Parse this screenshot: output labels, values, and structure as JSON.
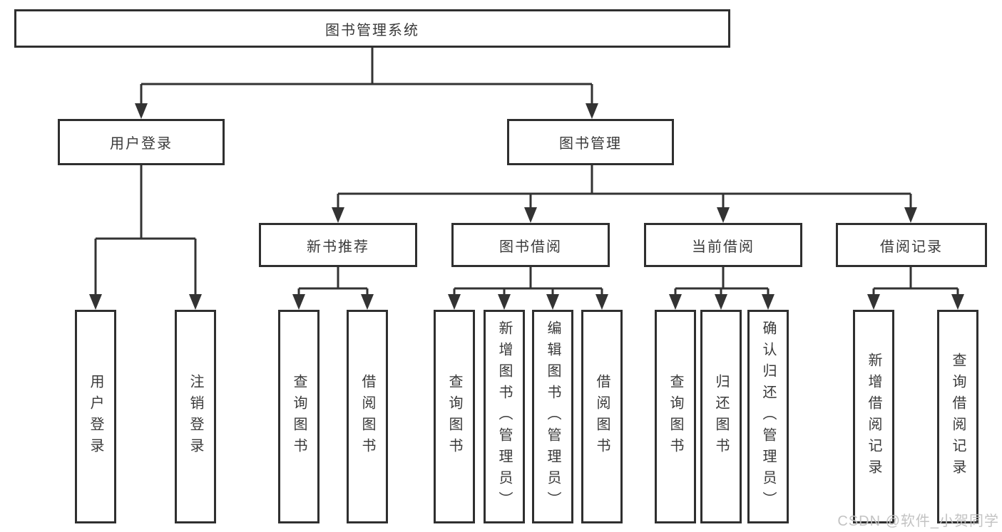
{
  "title": {
    "label": "图书管理系统"
  },
  "branches": [
    {
      "label": "用户登录"
    },
    {
      "label": "图书管理"
    }
  ],
  "modules": [
    {
      "label": "新书推荐"
    },
    {
      "label": "图书借阅"
    },
    {
      "label": "当前借阅"
    },
    {
      "label": "借阅记录"
    }
  ],
  "functions": [
    {
      "label": "用户登录"
    },
    {
      "label": "注销登录"
    },
    {
      "label": "查询图书"
    },
    {
      "label": "借阅图书"
    },
    {
      "label": "查询图书"
    },
    {
      "label": "新增图书（管理员）"
    },
    {
      "label": "编辑图书（管理员）"
    },
    {
      "label": "借阅图书"
    },
    {
      "label": "查询图书"
    },
    {
      "label": "归还图书"
    },
    {
      "label": "确认归还（管理员）"
    },
    {
      "label": "新增借阅记录"
    },
    {
      "label": "查询借阅记录"
    }
  ],
  "watermark": {
    "text": "CSDN @软件_小贺同学"
  },
  "colors": {
    "line": "#333333",
    "box_border": "#2f2f2f",
    "box_background": "#ffffff",
    "text": "#3a3a3a",
    "watermark": "#c0c0c0",
    "background": "#ffffff"
  }
}
